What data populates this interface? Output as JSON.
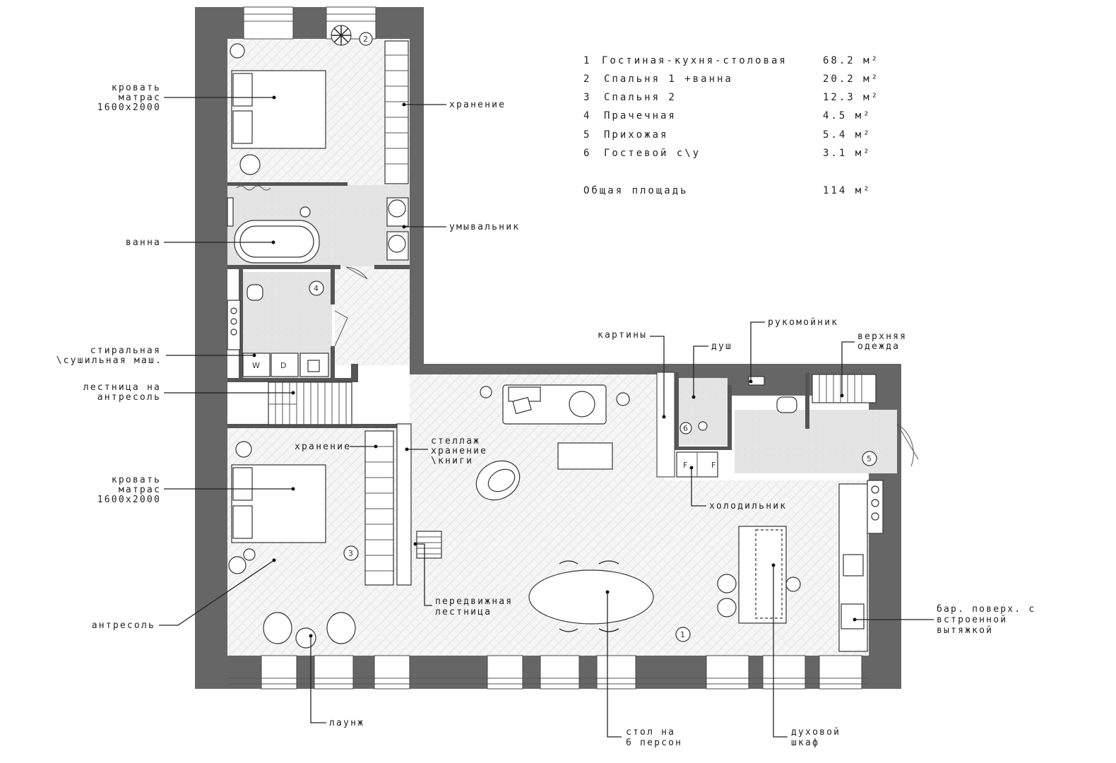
{
  "legend": {
    "rooms": [
      {
        "num": "1",
        "name": "Гостиная-кухня-столовая",
        "area": "68.2 м²"
      },
      {
        "num": "2",
        "name": "Спальня 1 +ванна",
        "area": "20.2 м²"
      },
      {
        "num": "3",
        "name": "Спальня 2",
        "area": "12.3 м²"
      },
      {
        "num": "4",
        "name": "Прачечная",
        "area": "4.5 м²"
      },
      {
        "num": "5",
        "name": "Прихожая",
        "area": "5.4 м²"
      },
      {
        "num": "6",
        "name": "Гостевой с\\у",
        "area": "3.1 м²"
      }
    ],
    "total_label": "Общая площадь",
    "total_area": "114 м²"
  },
  "room_markers": [
    "1",
    "2",
    "3",
    "4",
    "5",
    "6"
  ],
  "appliance_marks": {
    "washer": "W",
    "dryer": "D",
    "fridge_left": "F",
    "fridge_right": "F"
  },
  "labels": {
    "bed1": [
      "кровать",
      "матрас",
      "1600x2000"
    ],
    "storage1": "хранение",
    "bath": "ванна",
    "sink": "умывальник",
    "washer": [
      "стиральная",
      "\\сушильная маш."
    ],
    "stairs": [
      "лестница на",
      "антресоль"
    ],
    "storage2": "хранение",
    "shelving": [
      "стеллаж",
      "хранение",
      "\\книги"
    ],
    "bed2": [
      "кровать",
      "матрас",
      "1600x2000"
    ],
    "mezzanine": "антресоль",
    "ladder": [
      "передвижная",
      "лестница"
    ],
    "lounge": "лаунж",
    "table": [
      "стол на",
      "6 персон"
    ],
    "oven": [
      "духовой",
      "шкаф"
    ],
    "bar": [
      "бар. поверх. с",
      "встроенной",
      "вытяжкой"
    ],
    "fridge": "холодильник",
    "paintings": "картины",
    "shower": "душ",
    "handbasin": "рукомойник",
    "outerwear": [
      "верхняя",
      "одежда"
    ]
  }
}
